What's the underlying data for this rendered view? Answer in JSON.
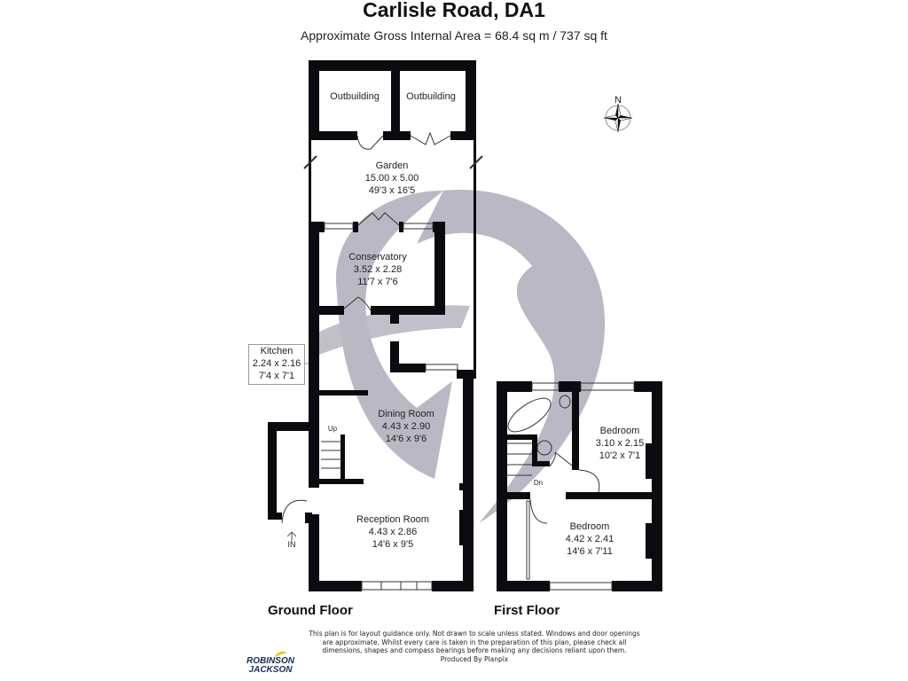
{
  "header": {
    "title": "Carlisle Road, DA1",
    "subtitle": "Approximate Gross Internal Area = 68.4 sq m / 737 sq ft"
  },
  "compass": {
    "label": "N"
  },
  "ground_floor": {
    "label": "Ground Floor",
    "rooms": {
      "outbuilding_1": {
        "name": "Outbuilding"
      },
      "outbuilding_2": {
        "name": "Outbuilding"
      },
      "garden": {
        "name": "Garden",
        "metric": "15.00 x 5.00",
        "imperial": "49'3 x 16'5"
      },
      "conservatory": {
        "name": "Conservatory",
        "metric": "3.52 x 2.28",
        "imperial": "11'7 x 7'6"
      },
      "kitchen": {
        "name": "Kitchen",
        "metric": "2.24 x 2.16",
        "imperial": "7'4 x 7'1"
      },
      "dining_room": {
        "name": "Dining Room",
        "metric": "4.43 x 2.90",
        "imperial": "14'6 x 9'6"
      },
      "reception_room": {
        "name": "Reception Room",
        "metric": "4.43 x 2.86",
        "imperial": "14'6 x 9'5"
      }
    },
    "stairs_label": "Up",
    "entrance_label": "IN"
  },
  "first_floor": {
    "label": "First Floor",
    "rooms": {
      "bedroom_1": {
        "name": "Bedroom",
        "metric": "3.10 x 2.15",
        "imperial": "10'2 x 7'1"
      },
      "bedroom_2": {
        "name": "Bedroom",
        "metric": "4.42 x 2.41",
        "imperial": "14'6 x 7'11"
      }
    },
    "stairs_label": "Dn"
  },
  "footer": {
    "disclaimer_lines": [
      "This plan is for layout guidance only. Not drawn to scale unless stated. Windows and door openings",
      "are approximate. Whilst every care is taken in the preparation of this plan, please check all",
      "dimensions, shapes and compass bearings before making any decisions reliant upon them.",
      "Produced By Planpix"
    ],
    "logo_line1": "ROBINSON",
    "logo_line2": "JACKSON"
  },
  "colors": {
    "wall": "#0a0a0f",
    "watermark": "#b9b8c4",
    "logo_text": "#1d2a57",
    "logo_accent": "#f5c400"
  }
}
